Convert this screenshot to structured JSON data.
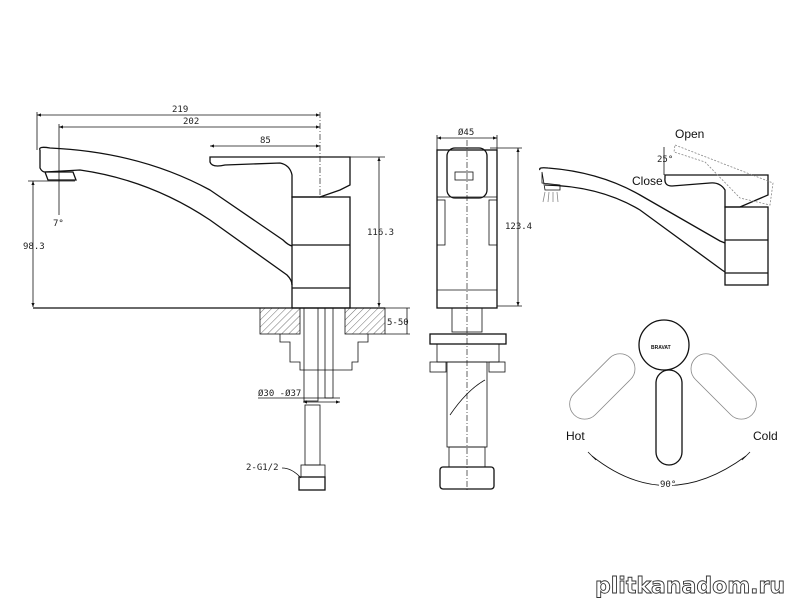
{
  "side_view": {
    "dim_total_length": "219",
    "dim_spout_length": "202",
    "dim_handle_length": "85",
    "dim_total_height": "116.3",
    "dim_spout_height": "98.3",
    "dim_angle": "7°",
    "dim_counter_thickness": "5-50",
    "dim_hole_diameter": "Ø30 -Ø37",
    "dim_connection": "2-G1/2"
  },
  "front_view": {
    "dim_diameter": "Ø45",
    "dim_height": "123.4"
  },
  "operation_view": {
    "open_label": "Open",
    "close_label": "Close",
    "lift_angle": "25°",
    "hot_label": "Hot",
    "cold_label": "Cold",
    "rotation_angle": "90°",
    "brand_logo": "BRAVAT"
  },
  "watermark": "plitkanadom.ru"
}
